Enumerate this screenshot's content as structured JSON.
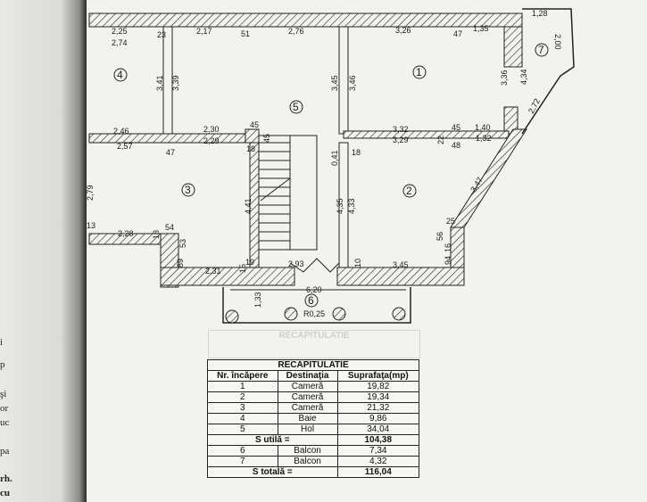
{
  "margin_fragments": [
    "i",
    "p",
    "şi",
    "or",
    "uc",
    "pa",
    "rh.",
    "cu"
  ],
  "rooms": {
    "r1": "1",
    "r2": "2",
    "r3": "3",
    "r4": "4",
    "r5": "5",
    "r6": "6",
    "r7": "7"
  },
  "dims": {
    "d225": "2,25",
    "d274": "2,74",
    "d217": "2,17",
    "d51": "51",
    "d276": "2,76",
    "d23a": "23",
    "d341": "3,41",
    "d339": "3,39",
    "d246": "2,46",
    "d257": "2,57",
    "d230": "2,30",
    "d229": "2,29",
    "d45a": "45",
    "d45b": "45",
    "d47a": "47",
    "d18a": "18",
    "d345a": "3,45",
    "d346": "3,46",
    "d326": "3,26",
    "d47b": "47",
    "d135": "1,35",
    "d128": "1,28",
    "d200": "2,00",
    "d336": "3,36",
    "d434": "4,34",
    "d272": "2,72",
    "d332": "3,32",
    "d45c": "45",
    "d140": "1,40",
    "d329": "3,29",
    "d48": "48",
    "d132": "1,32",
    "d22": "22",
    "d041": "0,41",
    "d18b": "18",
    "d435": "4,35",
    "d433": "4,33",
    "d347": "3,47",
    "d25": "25",
    "d56": "56",
    "d16": "16",
    "d94": "94",
    "d345b": "3,45",
    "d10": "10",
    "d441": "4,41",
    "d279": "2,79",
    "d13": "13",
    "d228": "2,28",
    "d18c": "18",
    "d54": "54",
    "d53": "53",
    "d89": "89",
    "d231": "2,31",
    "d15": "15",
    "d19": "19",
    "d293": "2,93",
    "d620": "6,20",
    "d133": "1,33",
    "dr025": "R0,25"
  },
  "ghost_title": "RECAPITULATIE",
  "recap": {
    "title": "RECAPITULATIE",
    "headers": [
      "Nr. încăpere",
      "Destinaţia",
      "Suprafaţa(mp)"
    ],
    "rows": [
      {
        "nr": "1",
        "dest": "Cameră",
        "area": "19,82"
      },
      {
        "nr": "2",
        "dest": "Cameră",
        "area": "19,34"
      },
      {
        "nr": "3",
        "dest": "Cameră",
        "area": "21,32"
      },
      {
        "nr": "4",
        "dest": "Baie",
        "area": "9,86"
      },
      {
        "nr": "5",
        "dest": "Hol",
        "area": "34,04"
      }
    ],
    "s_utila_label": "S utilă =",
    "s_utila": "104,38",
    "balcony_rows": [
      {
        "nr": "6",
        "dest": "Balcon",
        "area": "7,34"
      },
      {
        "nr": "7",
        "dest": "Balcon",
        "area": "4,32"
      }
    ],
    "s_totala_label": "S totală =",
    "s_totala": "116,04"
  }
}
